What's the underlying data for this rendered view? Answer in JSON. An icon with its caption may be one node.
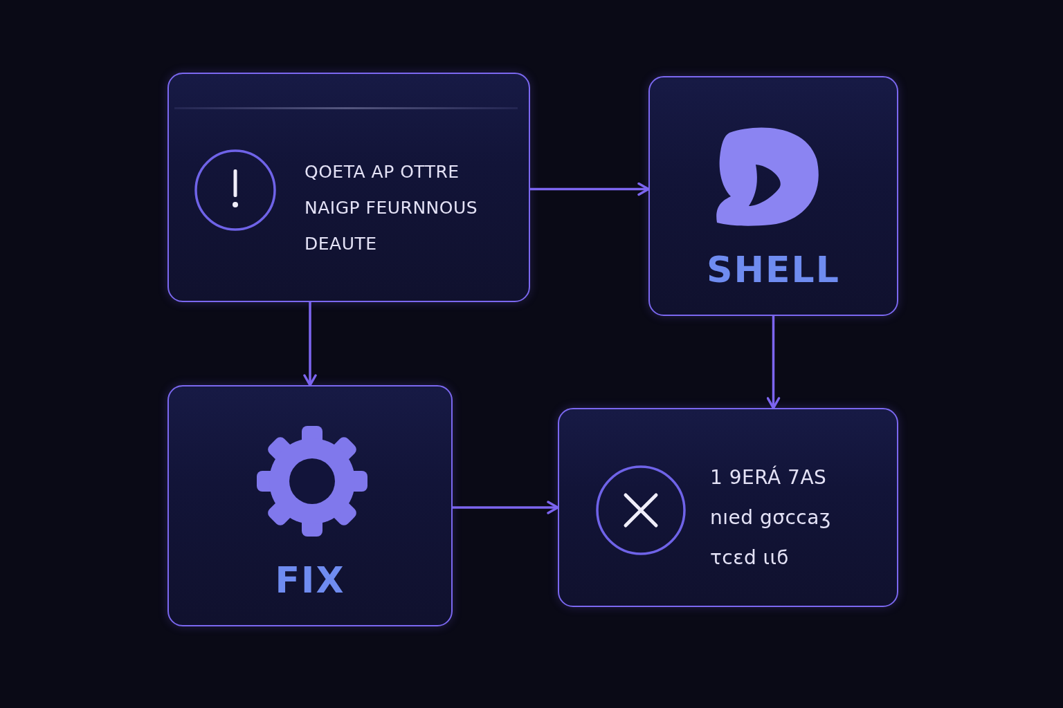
{
  "diagram": {
    "nodes": [
      {
        "text": [
          "QOETA AP OTTRE NAIGP FEURNNOUS DEAUTE"
        ]
      },
      {
        "text": [
          "SHELL"
        ]
      },
      {
        "text": [
          "FIX"
        ]
      },
      {
        "text": [
          "1 9ERÁ 7AS nıed gσccaʒ τcεd ιιϭ"
        ]
      }
    ],
    "edges": [
      {
        "from": 0,
        "to": 1,
        "arrow": "to"
      },
      {
        "from": 0,
        "to": 2,
        "arrow": "to"
      },
      {
        "from": 1,
        "to": 3,
        "arrow": "to"
      },
      {
        "from": 2,
        "to": 3,
        "arrow": "to"
      }
    ]
  }
}
